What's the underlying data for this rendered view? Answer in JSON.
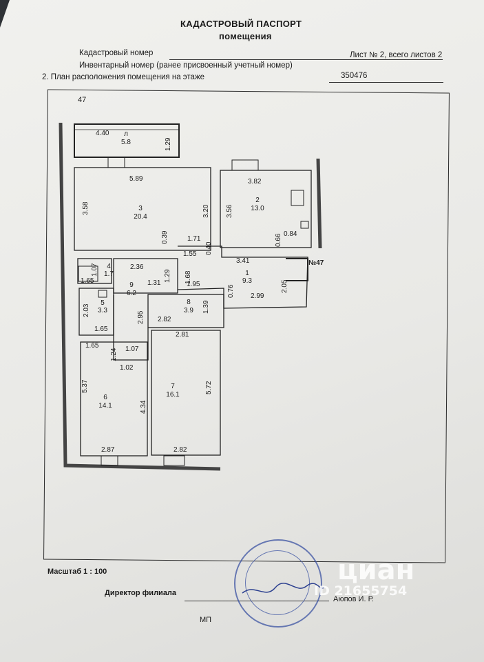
{
  "document": {
    "title_line1": "КАДАСТРОВЫЙ ПАСПОРТ",
    "title_line2": "помещения",
    "cadastral_label": "Кадастровый номер",
    "sheet_info": "Лист № 2, всего листов 2",
    "inventory_label": "Инвентарный номер (ранее присвоенный учетный номер)",
    "inventory_value": "350476",
    "plan_label": "2. План расположения помещения на этаже",
    "corner_number": "47",
    "scale": "Масштаб 1 : 100",
    "director_label": "Директор филиала",
    "director_name": "Аюпов И. Р.",
    "mp": "МП",
    "watermark_brand": "циан",
    "watermark_id": "ID 21655754"
  },
  "rooms": [
    {
      "id": "л",
      "area": "5.8"
    },
    {
      "id": "3",
      "area": "20.4"
    },
    {
      "id": "2",
      "area": "13.0"
    },
    {
      "id": "1",
      "area": "9.3"
    },
    {
      "id": "4",
      "area": "1.7"
    },
    {
      "id": "9",
      "area": "6.2"
    },
    {
      "id": "5",
      "area": "3.3"
    },
    {
      "id": "8",
      "area": "3.9"
    },
    {
      "id": "6",
      "area": "14.1"
    },
    {
      "id": "7",
      "area": "16.1"
    }
  ],
  "dimensions": [
    "4.40",
    "1.29",
    "5.89",
    "3.82",
    "3.58",
    "3.20",
    "3.56",
    "0.84",
    "0.66",
    "0.39",
    "1.71",
    "1.55",
    "0.40",
    "3.41",
    "№47",
    "2.36",
    "1.65",
    "1.07",
    "1.31",
    "1.29",
    "1.68",
    "1.95",
    "0.76",
    "2.99",
    "2.05",
    "2.03",
    "1.65",
    "2.95",
    "2.82",
    "1.39",
    "2.81",
    "1.65",
    "1.24",
    "1.07",
    "1.02",
    "5.37",
    "4.34",
    "5.72",
    "2.87",
    "2.82"
  ]
}
